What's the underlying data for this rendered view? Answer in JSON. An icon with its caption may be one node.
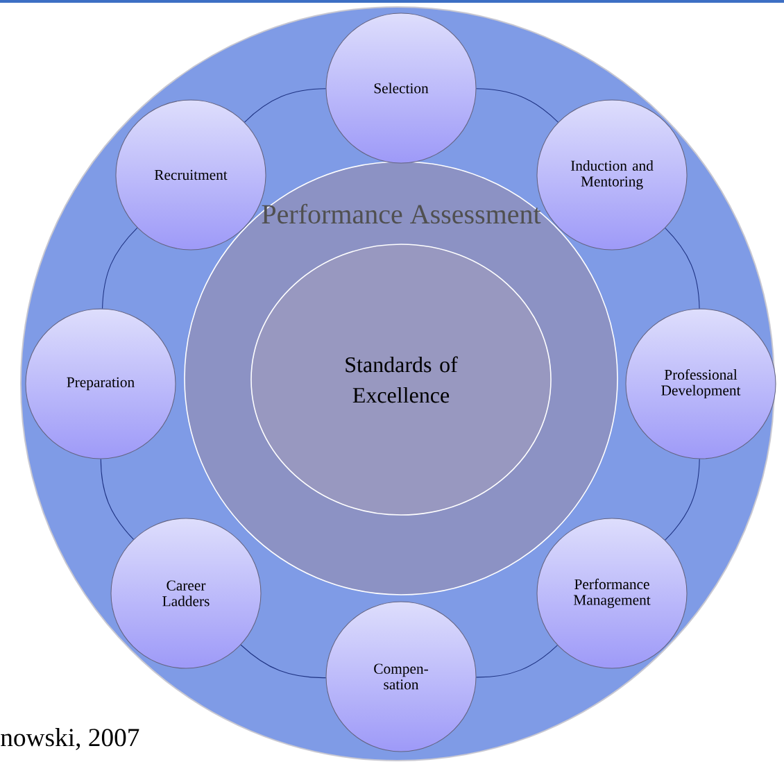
{
  "diagram": {
    "nodes": [
      {
        "text": [
          "Performance Assessment"
        ]
      },
      {
        "text": [
          "Standards of Excellence"
        ],
        "in": 0
      },
      {
        "text": [
          "Selection"
        ]
      },
      {
        "text": [
          "Induction and Mentoring"
        ]
      },
      {
        "text": [
          "Professional Development"
        ]
      },
      {
        "text": [
          "Performance Management"
        ]
      },
      {
        "text": [
          "Compen- sation"
        ]
      },
      {
        "text": [
          "Career Ladders"
        ]
      },
      {
        "text": [
          "Preparation"
        ]
      },
      {
        "text": [
          "Recruitment"
        ]
      }
    ],
    "edges": [
      {
        "from": 2,
        "to": 3,
        "arrow": "none"
      },
      {
        "from": 3,
        "to": 4,
        "arrow": "none"
      },
      {
        "from": 4,
        "to": 5,
        "arrow": "none"
      },
      {
        "from": 5,
        "to": 6,
        "arrow": "none"
      },
      {
        "from": 6,
        "to": 7,
        "arrow": "none"
      },
      {
        "from": 7,
        "to": 8,
        "arrow": "none"
      },
      {
        "from": 8,
        "to": 9,
        "arrow": "none"
      },
      {
        "from": 9,
        "to": 2,
        "arrow": "none"
      }
    ],
    "labels": [
      "nowski, 2007"
    ]
  }
}
